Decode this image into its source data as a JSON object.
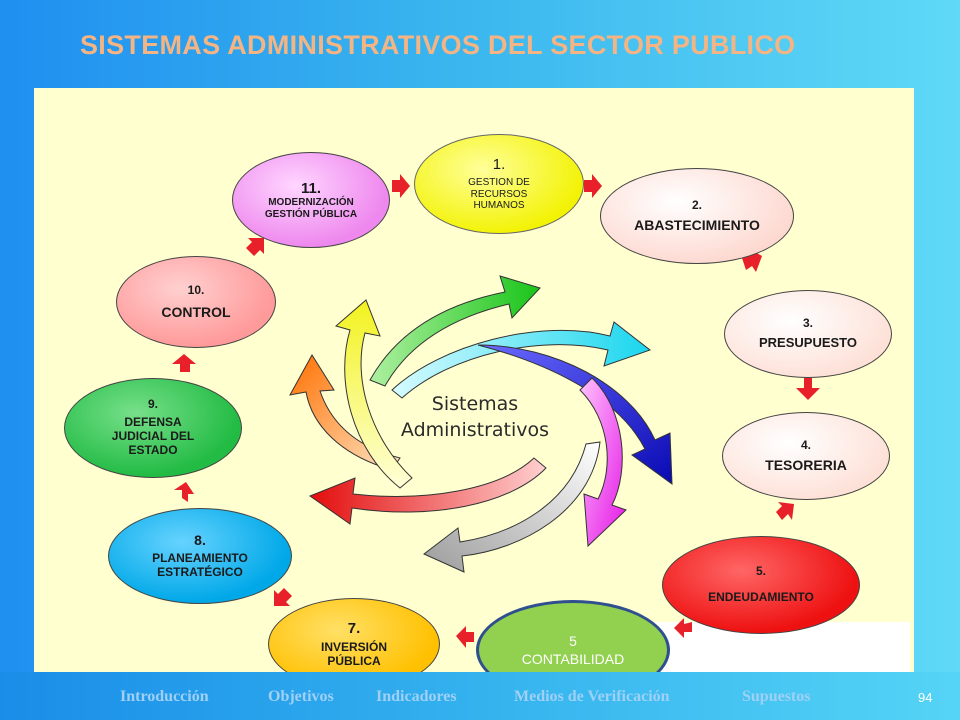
{
  "slide": {
    "title": "SISTEMAS ADMINISTRATIVOS DEL SECTOR PUBLICO",
    "page_number": "94"
  },
  "center": {
    "line1": "Sistemas",
    "line2": "Administrativos"
  },
  "nodes": [
    {
      "num": "1.",
      "label": "GESTION DE RECURSOS HUMANOS",
      "color": "#f2f200"
    },
    {
      "num": "2.",
      "label": "ABASTECIMIENTO",
      "color": "#fdd8cf"
    },
    {
      "num": "3.",
      "label": "PRESUPUESTO",
      "color": "#fde0d6"
    },
    {
      "num": "4.",
      "label": "TESORERIA",
      "color": "#fde0d6"
    },
    {
      "num": "5.",
      "label": "ENDEUDAMIENTO",
      "color": "#ee1111"
    },
    {
      "num": "5",
      "label": "CONTABILIDAD",
      "color": "#92d050"
    },
    {
      "num": "7.",
      "label": "INVERSIÓN PÚBLICA",
      "color": "#ffc000"
    },
    {
      "num": "8.",
      "label": "PLANEAMIENTO ESTRATÉGICO",
      "color": "#00a8e8"
    },
    {
      "num": "9.",
      "label": "DEFENSA JUDICIAL DEL ESTADO",
      "color": "#22bb44"
    },
    {
      "num": "10.",
      "label": "CONTROL",
      "color": "#ff9a9a"
    },
    {
      "num": "11.",
      "label": "MODERNIZACIÓN GESTIÓN PÚBLICA",
      "color": "#ee88ee"
    }
  ],
  "nav": [
    "Introducción",
    "Objetivos",
    "Indicadores",
    "Medios de Verificación",
    "Supuestos"
  ],
  "colors": {
    "title": "#f4b483",
    "panel": "#ffffd0",
    "arrow": "#e8202a",
    "swirl": [
      "#22cc22",
      "#22ddee",
      "#1111cc",
      "#ee22ee",
      "#aaaaaa",
      "#ee1111",
      "#ff7a00",
      "#eeee22"
    ]
  }
}
